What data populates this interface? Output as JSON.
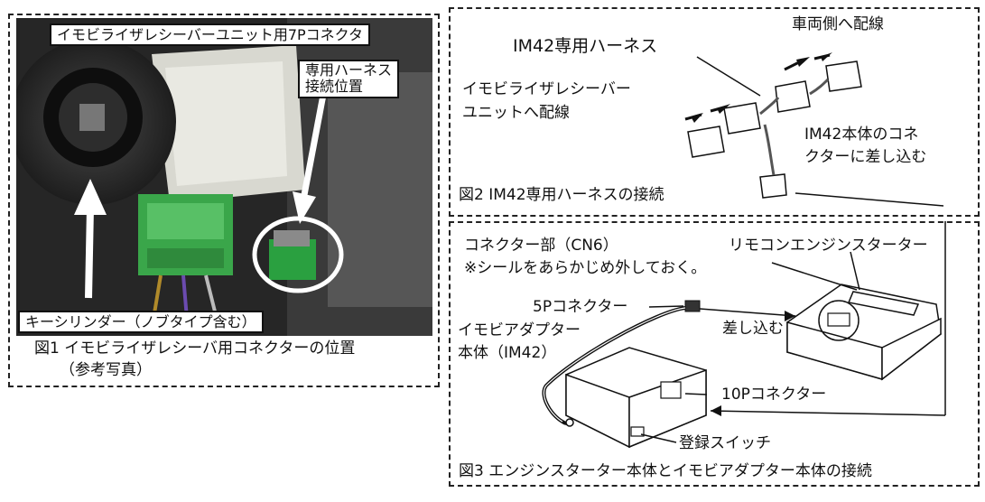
{
  "fig1": {
    "top_label": "イモビライザレシーバーユニット用7Pコネクタ",
    "harness_pos_line1": "専用ハーネス",
    "harness_pos_line2": "接続位置",
    "key_cylinder": "キーシリンダー（ノブタイプ含む）",
    "caption_line1": "図1 イモビライザレシーバ用コネクターの位置",
    "caption_line2": "（参考写真）"
  },
  "fig2": {
    "vehicle_side": "車両側へ配線",
    "harness_name": "IM42専用ハーネス",
    "receiver_line1": "イモビライザレシーバー",
    "receiver_line2": "ユニットへ配線",
    "plug_line1": "IM42本体のコネ",
    "plug_line2": "クターに差し込む",
    "caption": "図2 IM42専用ハーネスの接続"
  },
  "fig3": {
    "connector_part_line1": "コネクター部（CN6）",
    "connector_part_line2": "※シールをあらかじめ外しておく。",
    "remote_starter": "リモコンエンジンスターター",
    "connector_5p": "5Pコネクター",
    "insert": "差し込む",
    "adapter_line1": "イモビアダプター",
    "adapter_line2": "本体（IM42）",
    "connector_10p": "10Pコネクター",
    "reg_switch": "登録スイッチ",
    "caption": "図3  エンジンスターター本体とイモビアダプター本体の接続"
  }
}
